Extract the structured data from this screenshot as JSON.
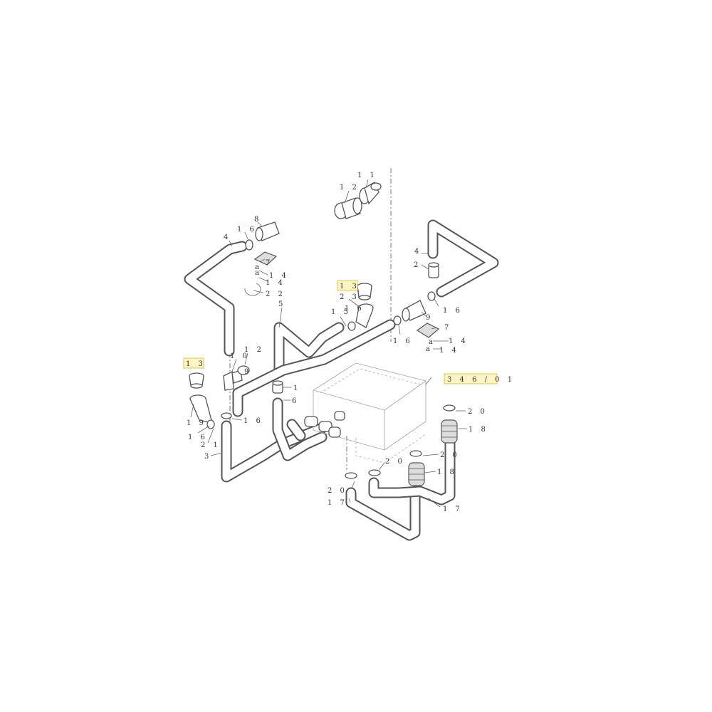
{
  "labels": {
    "top_11": "1 1",
    "top_12": "1 2",
    "l_8": "8",
    "l_16a": "1 6",
    "l_4a": "4",
    "l_7a": "7",
    "l_a1": "a",
    "l_14a": "1 4",
    "l_14b": "1 4",
    "l_a2": "a",
    "l_22a": "2 2",
    "l_13mid": "1 3",
    "l_23a": "2 3",
    "l_15": "1 5",
    "l_16b": "1 6",
    "l_5": "5",
    "l_4b": "4",
    "l_2": "2",
    "l_16c": "1 6",
    "l_9": "9",
    "l_16d": "1 6",
    "l_7b": "7",
    "l_a3": "a",
    "l_14c": "1 4",
    "l_a4": "a",
    "l_14d": "1 4",
    "l_13left": "1 3",
    "l_12b": "1 2",
    "l_10": "1 0",
    "l_9b": "9",
    "l_1": "1",
    "l_6": "6",
    "l_19": "1 9",
    "l_16e": "1 6",
    "l_16f": "1 6",
    "l_21": "2 1",
    "l_3": "3",
    "ref_346": "3 4 6 / 0 1",
    "l_20a": "2 0",
    "l_18a": "1 8",
    "l_20b": "2 0",
    "l_20c": "2 0",
    "l_18b": "1 8",
    "l_20d": "2 0",
    "l_17a": "1 7",
    "l_17b": "1 7"
  }
}
